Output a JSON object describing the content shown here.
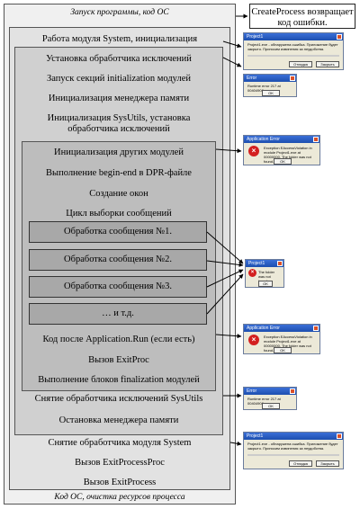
{
  "outer": {
    "top_label": "Запуск программы, код ОС",
    "bottom_label": "Код ОС, очистка ресурсов процесса"
  },
  "callout": "CreateProcess возвращает код ошибки.",
  "system_block": {
    "title": "Работа модуля System, инициализация",
    "sysutils_block": {
      "items": [
        "Установка обработчика исключений",
        "Запуск секций initialization модулей",
        "Инициализация менеджера памяти",
        "Инициализация SysUtils, установка обработчика исключений"
      ],
      "inner_block": {
        "items": [
          "Инициализация других модулей",
          "Выполнение begin-end в DPR-файле",
          "Создание окон",
          "Цикл выборки сообщений"
        ],
        "messages": [
          "Обработка сообщения №1.",
          "Обработка сообщения №2.",
          "Обработка сообщения №3.",
          "… и т.д."
        ],
        "after_items": [
          "Код после Application.Run (если есть)",
          "Вызов ExitProc",
          "Выполнение блоков finalization модулей"
        ]
      },
      "after_items": [
        "Снятие обработчика исключений SysUtils",
        "Остановка менеджера памяти"
      ]
    },
    "after_items": [
      "Снятие обработчика модуля System",
      "Вызов ExitProcessProc",
      "Вызов ExitProcess"
    ]
  },
  "dialogs": [
    {
      "title": "Project1",
      "message": "Project1.exe - обнаружена ошибка. Приложение будет закрыто. Приносим извинения за неудобства.",
      "buttons": [
        "Отладка",
        "Закрыть"
      ],
      "icon": "error-icon"
    },
    {
      "title": "Error",
      "message": "Runtime error 217 at 00404908",
      "buttons": [
        "OK"
      ],
      "icon": "error-icon"
    },
    {
      "title": "Application Error",
      "message": "Exception EAccessViolation in module Project1.exe at 00000000. The folder was not found.",
      "buttons": [
        "OK"
      ],
      "icon": "error-icon"
    },
    {
      "title": "Project1",
      "message": "The folder was not found.",
      "buttons": [
        "OK"
      ],
      "icon": "error-icon"
    },
    {
      "title": "Application Error",
      "message": "Exception EAccessViolation in module Project1.exe at 00000000. The folder was not found.",
      "buttons": [
        "OK"
      ],
      "icon": "error-icon"
    },
    {
      "title": "Error",
      "message": "Runtime error 217 at 00404908",
      "buttons": [
        "OK"
      ],
      "icon": "error-icon"
    },
    {
      "title": "Project1",
      "message": "Project1.exe - обнаружена ошибка. Приложение будет закрыто. Приносим извинения за неудобства.",
      "buttons": [
        "Отладка",
        "Закрыть"
      ],
      "icon": "error-icon"
    }
  ],
  "colors": {
    "outer_bg": "#f0f0f0",
    "system_bg": "#e2e2e2",
    "sysutils_bg": "#d0d0d0",
    "inner_bg": "#bdbdbd",
    "message_bg": "#a8a8a8"
  }
}
